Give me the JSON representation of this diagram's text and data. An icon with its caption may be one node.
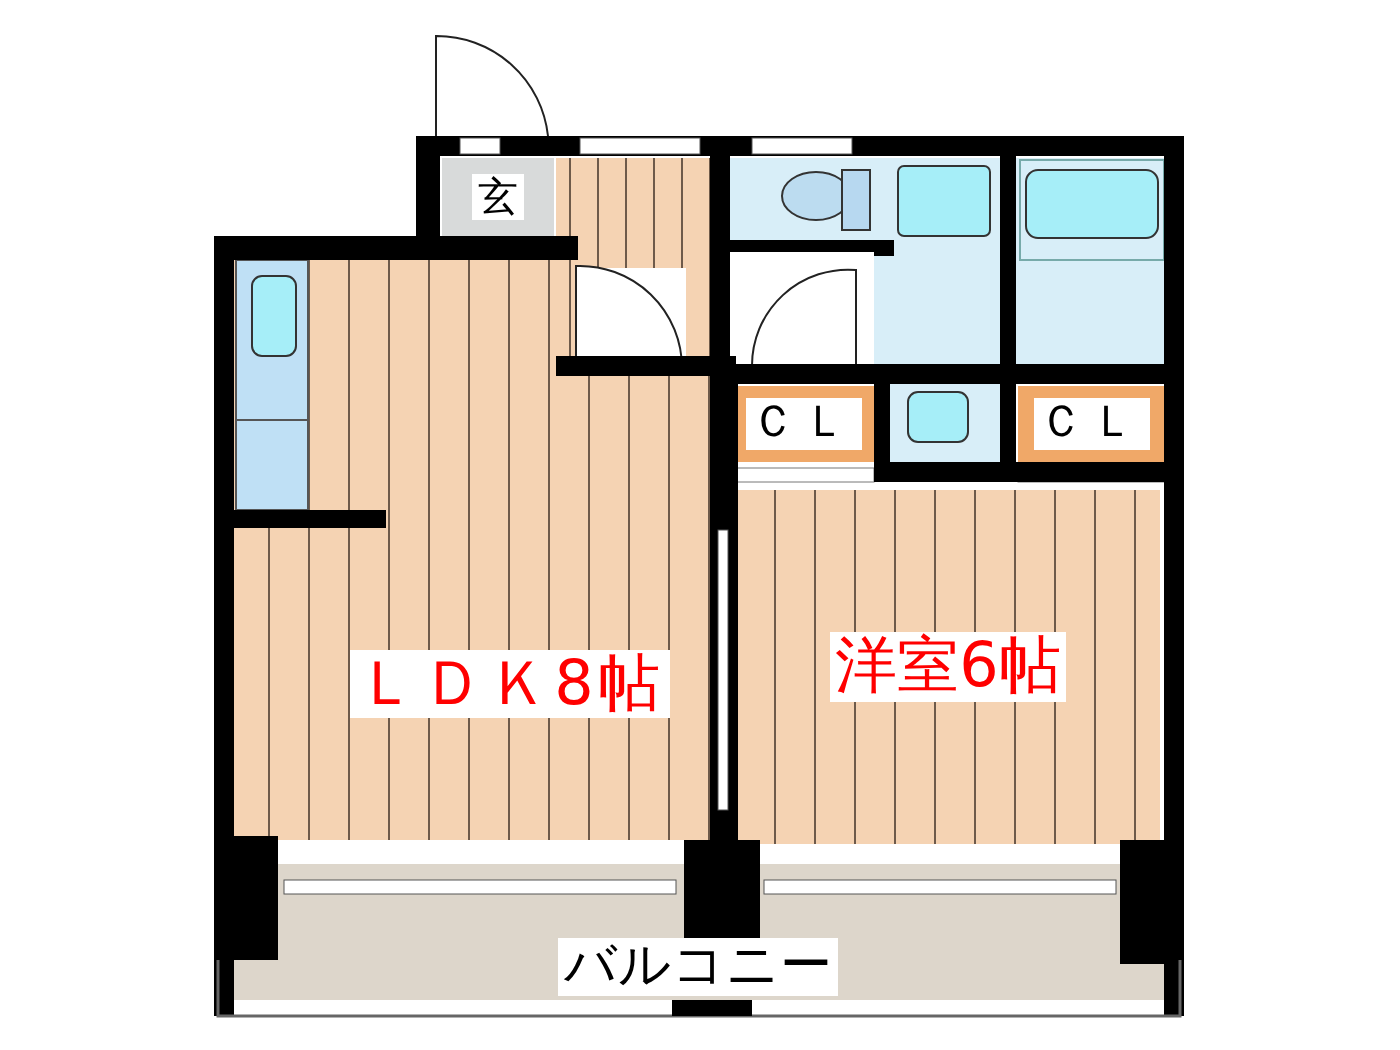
{
  "diagram": {
    "nodes": [
      {
        "text": [
          "玄"
        ]
      },
      {
        "text": [
          "ＣＬ"
        ]
      },
      {
        "text": [
          "ＣＬ"
        ]
      },
      {
        "text": [
          "ＬＤＫ8帖"
        ]
      },
      {
        "text": [
          "洋室6帖"
        ]
      },
      {
        "text": [
          "バルコニー"
        ]
      }
    ]
  }
}
